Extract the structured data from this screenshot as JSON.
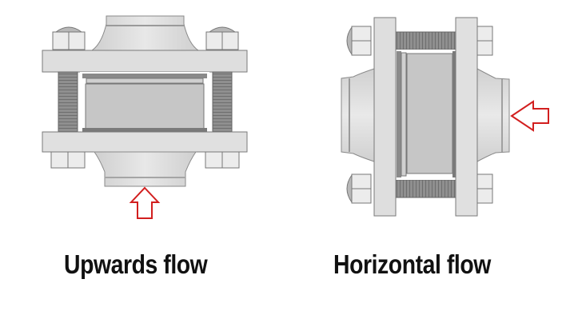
{
  "diagrams": [
    {
      "id": "upwards",
      "caption": "Upwards flow",
      "flow_direction": "up",
      "arrow_color": "#d21f1f"
    },
    {
      "id": "horizontal",
      "caption": "Horizontal flow",
      "flow_direction": "left",
      "arrow_color": "#d21f1f"
    }
  ],
  "colors": {
    "background": "#ffffff",
    "flange": "#dcdcdc",
    "flange_stroke": "#7a7a7a",
    "hub": "#e2e2e2",
    "glass": "#c4c4c4",
    "bolt": "#8a8a8a",
    "nut": "#e6e6e6",
    "caption": "#111111"
  }
}
